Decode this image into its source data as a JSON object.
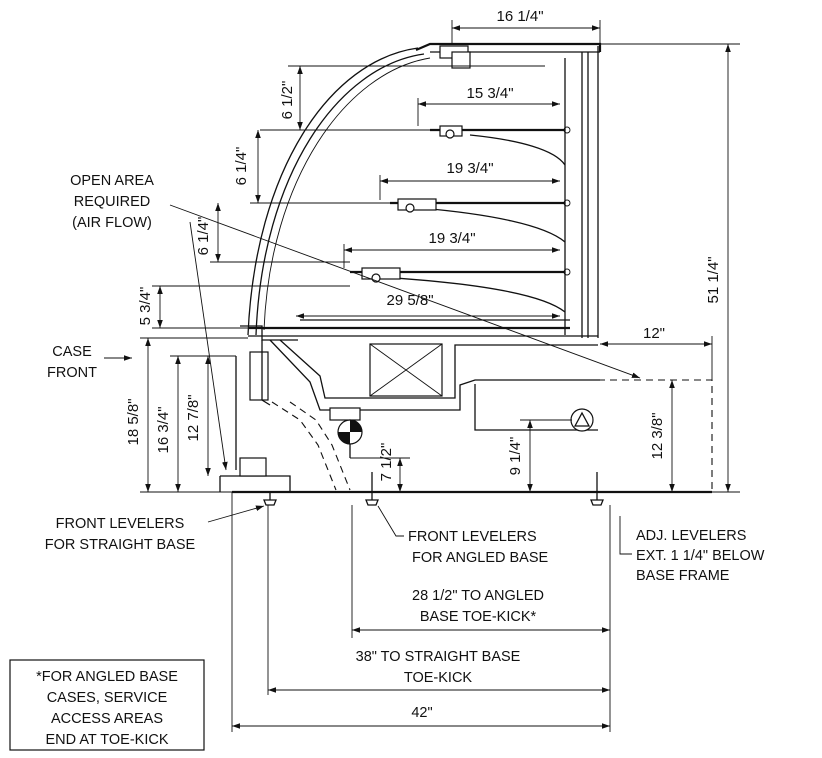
{
  "dimensions": {
    "top_depth": "16 1/4\"",
    "overall_height": "51 1/4\"",
    "shelf1_spacing": "6 1/2\"",
    "shelf1_depth": "15 3/4\"",
    "shelf2_spacing": "6 1/4\"",
    "shelf2_depth": "19 3/4\"",
    "shelf3_spacing": "6 1/4\"",
    "shelf3_depth": "19 3/4\"",
    "deck_spacing": "5 3/4\"",
    "deck_depth": "29 5/8\"",
    "rear_overhang": "12\"",
    "front_height_1": "18 5/8\"",
    "front_height_2": "16 3/4\"",
    "front_height_3": "12 7/8\"",
    "drain_height": "7 1/2\"",
    "rear_conn_height": "9 1/4\"",
    "rear_box_height": "12 3/8\""
  },
  "labels": {
    "open_area": [
      "OPEN AREA",
      "REQUIRED",
      "(AIR FLOW)"
    ],
    "case_front": [
      "CASE",
      "FRONT"
    ],
    "front_levelers_straight": [
      "FRONT LEVELERS",
      "FOR STRAIGHT BASE"
    ],
    "front_levelers_angled": [
      "FRONT LEVELERS",
      "FOR ANGLED BASE"
    ],
    "adj_levelers": [
      "ADJ. LEVELERS",
      "EXT. 1 1/4\" BELOW",
      "BASE FRAME"
    ],
    "angled_toe_kick": [
      "28 1/2\" TO ANGLED",
      "BASE TOE-KICK*"
    ],
    "straight_toe_kick": [
      "38\" TO STRAIGHT BASE",
      "TOE-KICK"
    ],
    "overall_depth": "42\"",
    "note": [
      "*FOR ANGLED BASE",
      "CASES, SERVICE",
      "ACCESS AREAS",
      "END AT TOE-KICK"
    ]
  }
}
